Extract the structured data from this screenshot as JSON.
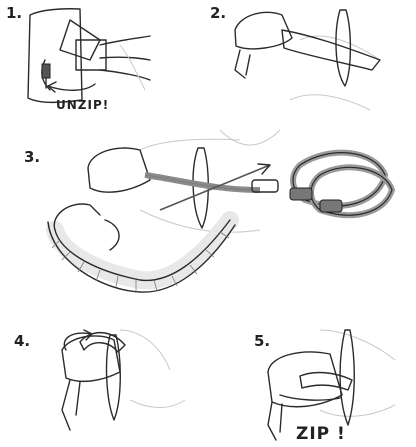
{
  "steps": [
    {
      "number": "1.",
      "caption": "UNZIP!"
    },
    {
      "number": "2.",
      "caption": ""
    },
    {
      "number": "3.",
      "caption": ""
    },
    {
      "number": "4.",
      "caption": ""
    },
    {
      "number": "5.",
      "caption": "ZIP !"
    }
  ],
  "colors": {
    "ink": "#2b2b2b",
    "pouch": "#c8c8c8",
    "strap": "#8a8a8a",
    "background_sketch": "#cfcfcf",
    "carabiner": "#9a9a9a"
  },
  "icons": [
    "pouch-icon",
    "zipper-icon",
    "harness-ring-icon",
    "lanyard-icon",
    "carabiner-icon",
    "arrow-icon"
  ]
}
